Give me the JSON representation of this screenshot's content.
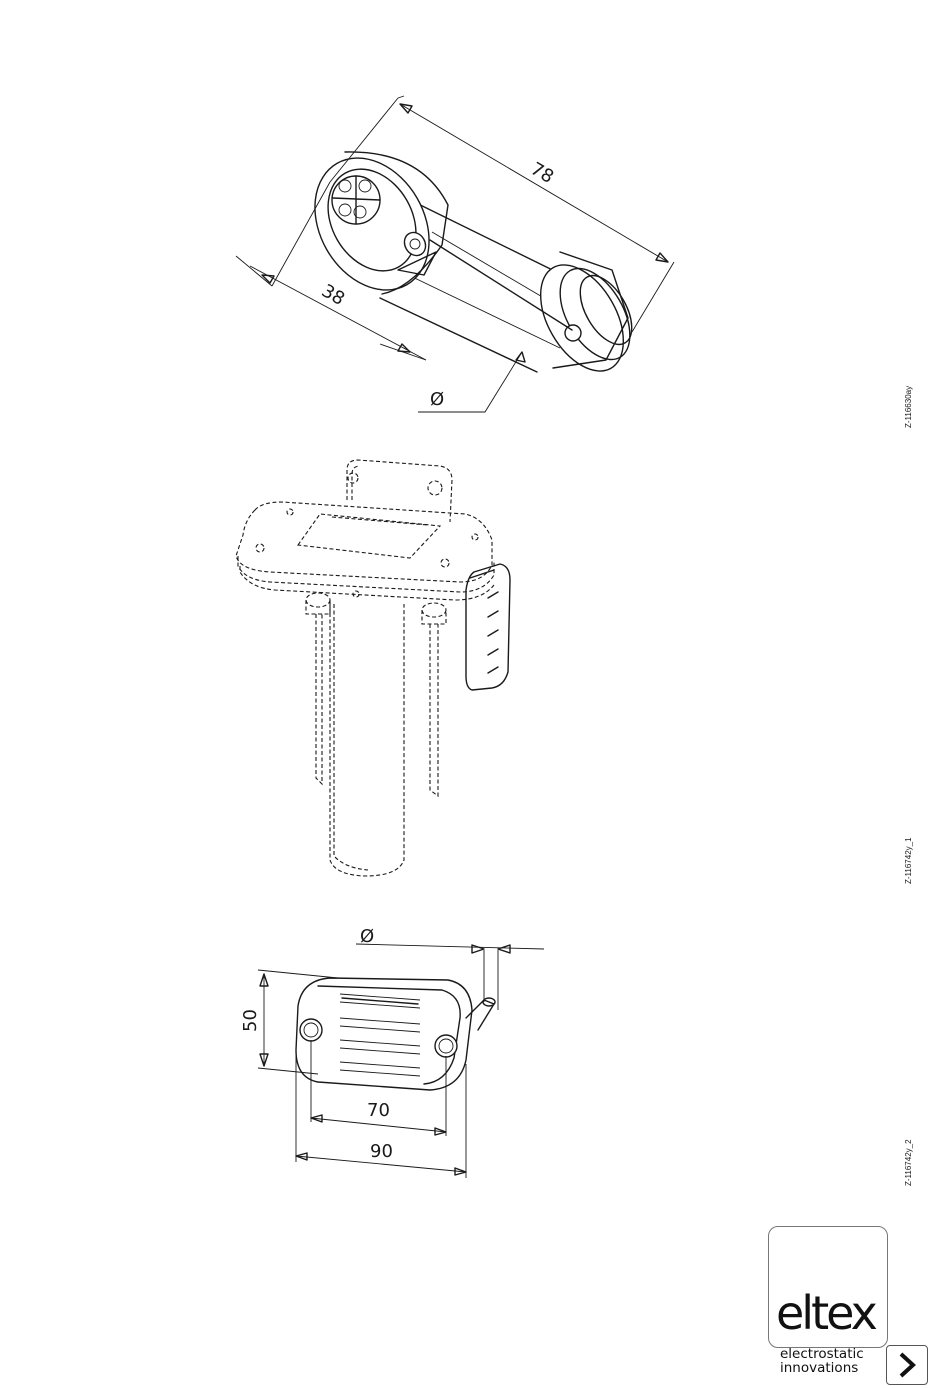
{
  "views": [
    {
      "ref": "Z-116630ay",
      "dims": {
        "length": "78",
        "width": "38",
        "diameter": "Ø"
      }
    },
    {
      "ref": "Z-116742y_1"
    },
    {
      "ref": "Z-116742y_2",
      "dims": {
        "height": "50",
        "hole_spacing": "70",
        "width": "90",
        "diameter": "Ø"
      }
    }
  ],
  "logo": {
    "name": "eltex",
    "line1": "electrostatic",
    "line2": "innovations"
  }
}
